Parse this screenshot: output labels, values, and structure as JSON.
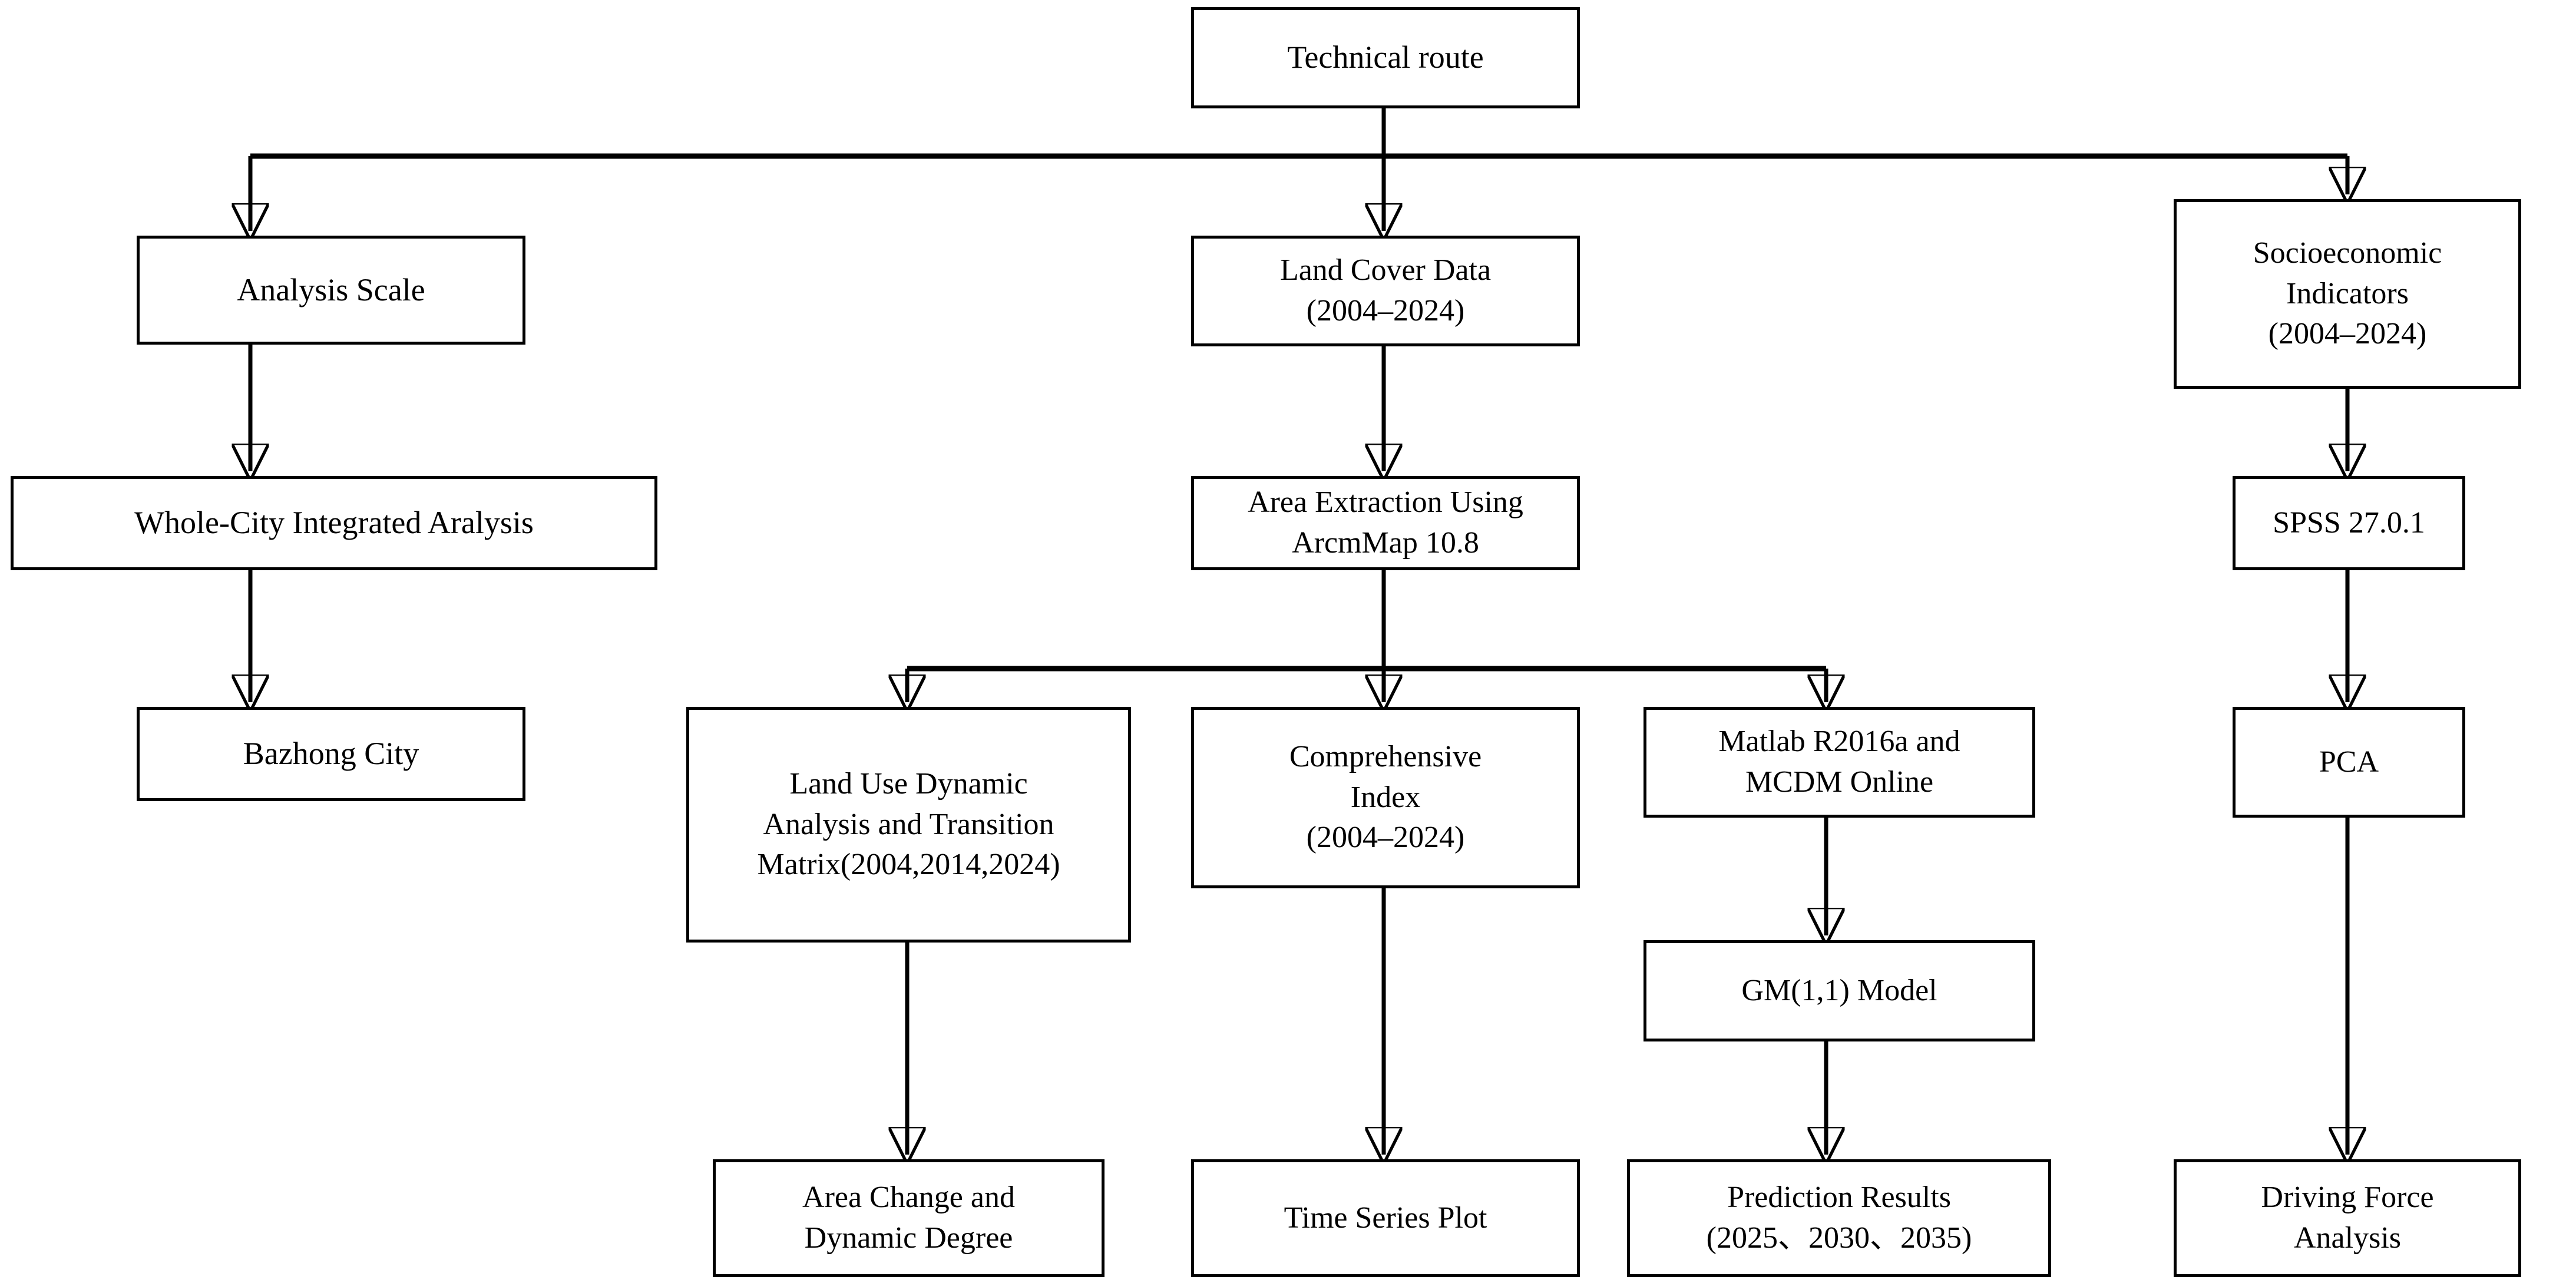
{
  "diagram": {
    "title": "Technical route",
    "type": "flowchart",
    "orientation": "top-down",
    "line_color": "#000000",
    "box_border_color": "#000000",
    "box_fill_color": "#ffffff",
    "background_color": "#ffffff"
  },
  "nodes": {
    "root": {
      "id": "technical-route",
      "label": "Technical route"
    },
    "col1_r2": {
      "id": "analysis-scale",
      "label": "Analysis Scale"
    },
    "col1_r3": {
      "id": "whole-city-integrated-aralysis",
      "label": "Whole-City Integrated Aralysis"
    },
    "col1_r4": {
      "id": "bazhong-city",
      "label": "Bazhong City"
    },
    "col2_r2": {
      "id": "land-cover-data",
      "line1": "Land Cover Data",
      "line2": "(2004–2024)"
    },
    "col2_r3": {
      "id": "area-extraction-arcmap",
      "line1": "Area Extraction Using",
      "line2": "ArcmMap 10.8"
    },
    "col2a_r4": {
      "id": "land-use-dynamic-analysis",
      "line1": "Land Use Dynamic",
      "line2": "Analysis and Transition",
      "line3": "Matrix(2004,2014,2024)"
    },
    "col2a_r6": {
      "id": "area-change-dynamic-degree",
      "line1": "Area Change and",
      "line2": "Dynamic Degree"
    },
    "col2b_r4": {
      "id": "comprehensive-index",
      "line1": "Comprehensive",
      "line2": "Index",
      "line3": "(2004–2024)"
    },
    "col2b_r6": {
      "id": "time-series-plot",
      "label": "Time Series Plot"
    },
    "col2c_r4": {
      "id": "matlab-mcdm-online",
      "line1": "Matlab R2016a and",
      "line2": "MCDM Online"
    },
    "col2c_r5": {
      "id": "gm-1-1-model",
      "label": "GM(1,1) Model"
    },
    "col2c_r6": {
      "id": "prediction-results",
      "line1": "Prediction Results",
      "line2": "(2025、2030、2035)"
    },
    "col3_r2": {
      "id": "socioeconomic-indicators",
      "line1": "Socioeconomic",
      "line2": "Indicators",
      "line3": "(2004–2024)"
    },
    "col3_r3": {
      "id": "spss",
      "label": "SPSS 27.0.1"
    },
    "col3_r4": {
      "id": "pca",
      "label": "PCA"
    },
    "col3_r6": {
      "id": "driving-force-analysis",
      "line1": "Driving Force",
      "line2": "Analysis"
    }
  },
  "edges": [
    {
      "from": "technical-route",
      "to": "analysis-scale"
    },
    {
      "from": "technical-route",
      "to": "land-cover-data"
    },
    {
      "from": "technical-route",
      "to": "socioeconomic-indicators"
    },
    {
      "from": "analysis-scale",
      "to": "whole-city-integrated-aralysis"
    },
    {
      "from": "whole-city-integrated-aralysis",
      "to": "bazhong-city"
    },
    {
      "from": "land-cover-data",
      "to": "area-extraction-arcmap"
    },
    {
      "from": "area-extraction-arcmap",
      "to": "land-use-dynamic-analysis"
    },
    {
      "from": "area-extraction-arcmap",
      "to": "comprehensive-index"
    },
    {
      "from": "area-extraction-arcmap",
      "to": "matlab-mcdm-online"
    },
    {
      "from": "land-use-dynamic-analysis",
      "to": "area-change-dynamic-degree"
    },
    {
      "from": "comprehensive-index",
      "to": "time-series-plot"
    },
    {
      "from": "matlab-mcdm-online",
      "to": "gm-1-1-model"
    },
    {
      "from": "gm-1-1-model",
      "to": "prediction-results"
    },
    {
      "from": "socioeconomic-indicators",
      "to": "spss"
    },
    {
      "from": "spss",
      "to": "pca"
    },
    {
      "from": "pca",
      "to": "driving-force-analysis"
    }
  ]
}
